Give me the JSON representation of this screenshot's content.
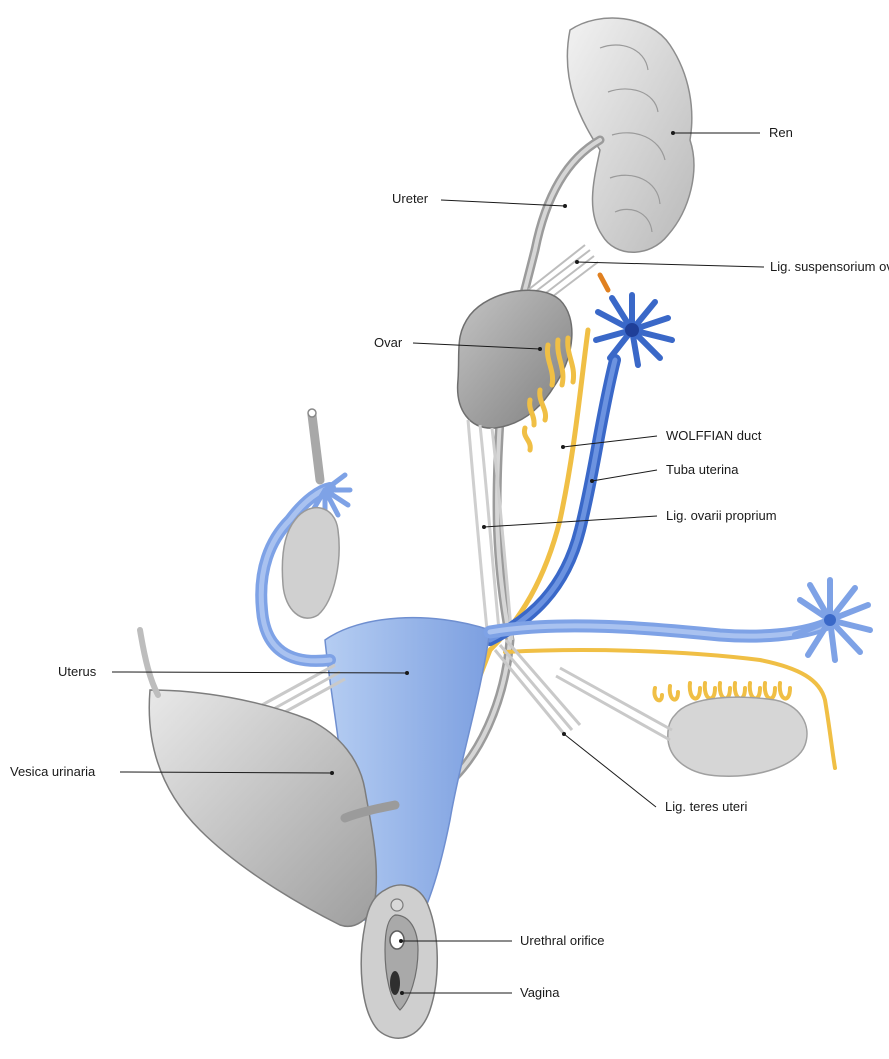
{
  "labels": {
    "ren": "Ren",
    "ureter": "Ureter",
    "lig_suspensorium_ovarii": "Lig. suspensorium ovarii",
    "ovar": "Ovar",
    "wolffian_duct": "WOLFFIAN duct",
    "tuba_uterina": "Tuba uterina",
    "lig_ovarii_proprium": "Lig. ovarii proprium",
    "uterus": "Uterus",
    "vesica_urinaria": "Vesica urinaria",
    "lig_teres_uteri": "Lig. teres uteri",
    "urethral_orifice": "Urethral orifice",
    "vagina": "Vagina"
  },
  "colors": {
    "tube_blue": "#3f6fd0",
    "uterus_blue": "#9ab8ea",
    "duct_yellow": "#f2c24a",
    "kidney_gray": "#d9d9d9",
    "ovary_gray": "#9a9a9a",
    "bladder_gray": "#bdbdbd"
  }
}
